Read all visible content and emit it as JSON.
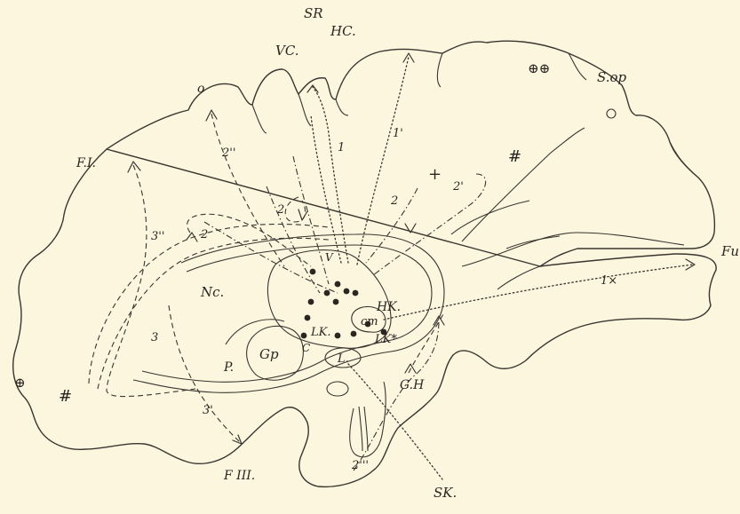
{
  "labels": {
    "sr": "SR",
    "hc": "HC.",
    "vc": "VC.",
    "sop": "S.op",
    "fi": "F.I.",
    "fu": "Fu",
    "nc": "Nc.",
    "gp": "Gp",
    "p": "P.",
    "l": "L.",
    "lk": "LK.",
    "lk_star": "LK*",
    "hk": "HK.",
    "cm": "cm",
    "v": "V",
    "c": "C",
    "gh": "G.H",
    "sk": "SK.",
    "fiii": "F III.",
    "o_top": "o",
    "n1": "1",
    "n1p": "1'",
    "n1x": "1×",
    "n2": "2",
    "n2a": "2",
    "n2b": "2",
    "n2pp": "2''",
    "n2p": "2'",
    "n2ppp": "2'''",
    "n3": "3",
    "n3p": "3'",
    "n3pp": "3''"
  },
  "symbols": {
    "hash_top": "#",
    "hash_left": "#",
    "plus": "+",
    "circle_cross_pair": "⊕⊕",
    "circle_cross_left": "⊕",
    "small_circle": "o"
  }
}
